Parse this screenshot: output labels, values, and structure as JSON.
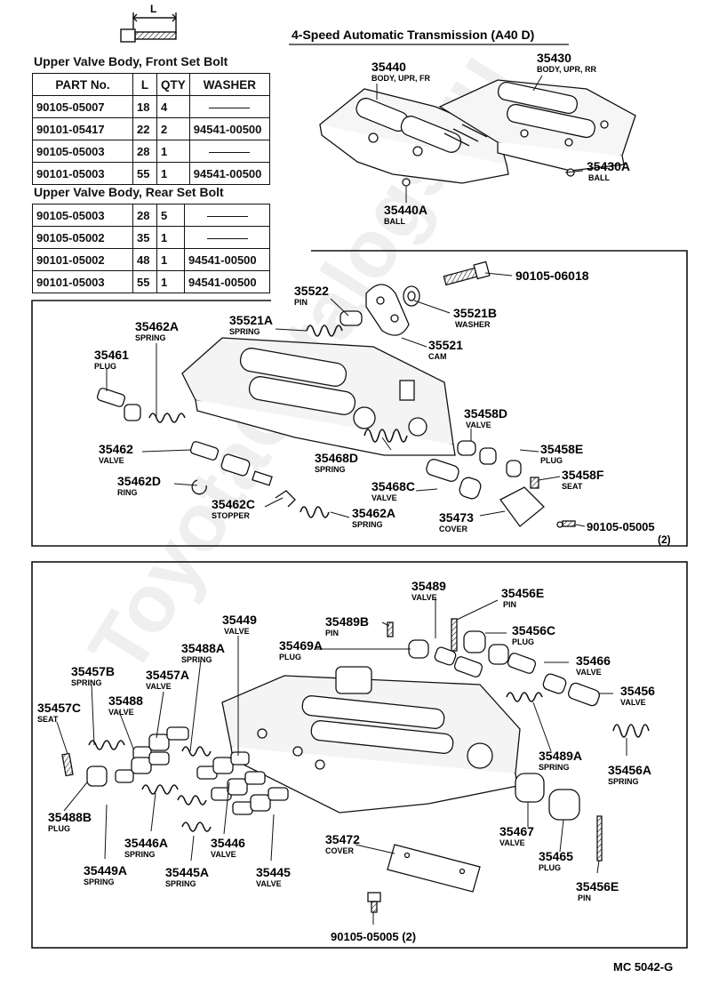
{
  "header": {
    "title": "4-Speed Automatic Transmission (A40 D)",
    "dim_label": "L",
    "figure_code": "MC 5042-G"
  },
  "front_table": {
    "caption": "Upper Valve Body, Front Set Bolt",
    "columns": [
      "PART No.",
      "L",
      "QTY",
      "WASHER"
    ],
    "rows": [
      {
        "part": "90105-05007",
        "l": "18",
        "qty": "4",
        "washer": ""
      },
      {
        "part": "90101-05417",
        "l": "22",
        "qty": "2",
        "washer": "94541-00500"
      },
      {
        "part": "90105-05003",
        "l": "28",
        "qty": "1",
        "washer": ""
      },
      {
        "part": "90101-05003",
        "l": "55",
        "qty": "1",
        "washer": "94541-00500"
      }
    ]
  },
  "rear_table": {
    "caption": "Upper Valve Body, Rear Set Bolt",
    "rows": [
      {
        "part": "90105-05003",
        "l": "28",
        "qty": "5",
        "washer": ""
      },
      {
        "part": "90105-05002",
        "l": "35",
        "qty": "1",
        "washer": ""
      },
      {
        "part": "90101-05002",
        "l": "48",
        "qty": "1",
        "washer": "94541-00500"
      },
      {
        "part": "90101-05003",
        "l": "55",
        "qty": "1",
        "washer": "94541-00500"
      }
    ]
  },
  "callouts": [
    {
      "num": "35440",
      "desc": "BODY, UPR, FR"
    },
    {
      "num": "35430",
      "desc": "BODY, UPR, RR"
    },
    {
      "num": "35430A",
      "desc": "BALL"
    },
    {
      "num": "35440A",
      "desc": "BALL"
    },
    {
      "num": "90105-06018",
      "desc": ""
    },
    {
      "num": "35522",
      "desc": "PIN"
    },
    {
      "num": "35521A",
      "desc": "SPRING"
    },
    {
      "num": "35521B",
      "desc": "WASHER"
    },
    {
      "num": "35521",
      "desc": "CAM"
    },
    {
      "num": "35462A",
      "desc": "SPRING"
    },
    {
      "num": "35461",
      "desc": "PLUG"
    },
    {
      "num": "35458D",
      "desc": "VALVE"
    },
    {
      "num": "35458E",
      "desc": "PLUG"
    },
    {
      "num": "35458F",
      "desc": "SEAT"
    },
    {
      "num": "35468D",
      "desc": "SPRING"
    },
    {
      "num": "35462",
      "desc": "VALVE"
    },
    {
      "num": "35462D",
      "desc": "RING"
    },
    {
      "num": "35468C",
      "desc": "VALVE"
    },
    {
      "num": "35462C",
      "desc": "STOPPER"
    },
    {
      "num": "35462A",
      "desc": "SPRING"
    },
    {
      "num": "35473",
      "desc": "COVER"
    },
    {
      "num": "90105-05005",
      "desc": "(2)"
    },
    {
      "num": "35489",
      "desc": "VALVE"
    },
    {
      "num": "35456E",
      "desc": "PIN"
    },
    {
      "num": "35489B",
      "desc": "PIN"
    },
    {
      "num": "35449",
      "desc": "VALVE"
    },
    {
      "num": "35456C",
      "desc": "PLUG"
    },
    {
      "num": "35469A",
      "desc": "PLUG"
    },
    {
      "num": "35488A",
      "desc": "SPRING"
    },
    {
      "num": "35466",
      "desc": "VALVE"
    },
    {
      "num": "35457B",
      "desc": "SPRING"
    },
    {
      "num": "35457A",
      "desc": "VALVE"
    },
    {
      "num": "35456",
      "desc": "VALVE"
    },
    {
      "num": "35488",
      "desc": "VALVE"
    },
    {
      "num": "35457C",
      "desc": "SEAT"
    },
    {
      "num": "35489A",
      "desc": "SPRING"
    },
    {
      "num": "35456A",
      "desc": "SPRING"
    },
    {
      "num": "35488B",
      "desc": "PLUG"
    },
    {
      "num": "35446A",
      "desc": "SPRING"
    },
    {
      "num": "35446",
      "desc": "VALVE"
    },
    {
      "num": "35467",
      "desc": "VALVE"
    },
    {
      "num": "35449A",
      "desc": "SPRING"
    },
    {
      "num": "35445A",
      "desc": "SPRING"
    },
    {
      "num": "35445",
      "desc": "VALVE"
    },
    {
      "num": "35465",
      "desc": "PLUG"
    },
    {
      "num": "35472",
      "desc": "COVER"
    },
    {
      "num": "35456E",
      "desc": "PIN"
    },
    {
      "num": "90105-05005 (2)",
      "desc": ""
    }
  ]
}
